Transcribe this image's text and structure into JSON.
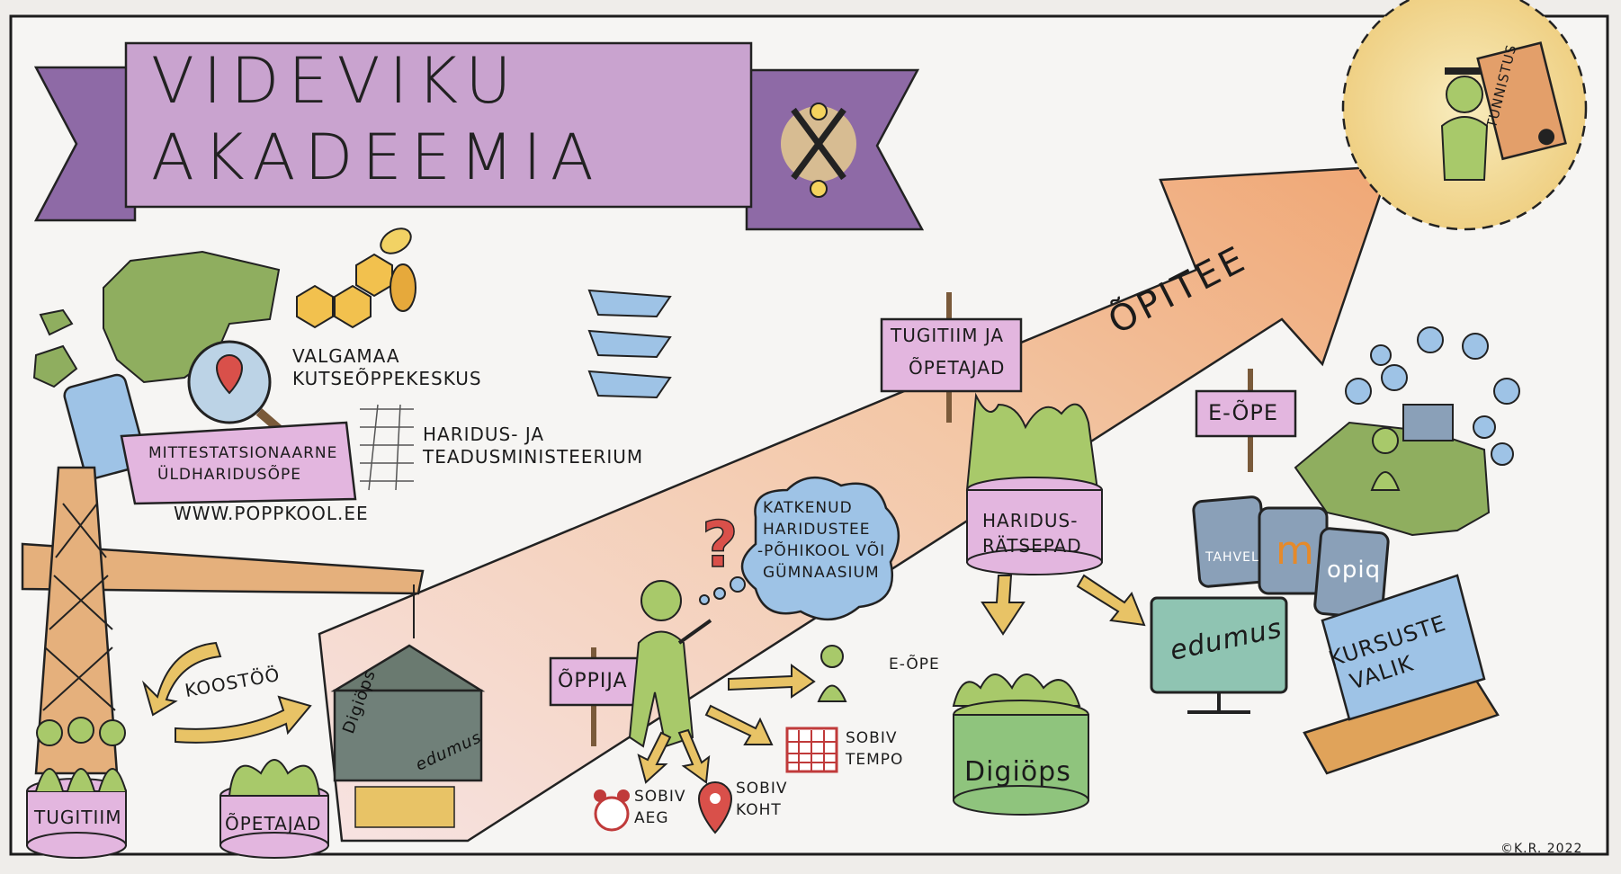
{
  "title": {
    "line1": "VIDEVIKU",
    "line2": "AKADEEMIA"
  },
  "orgs": {
    "valga_line1": "VALGAMAA",
    "valga_line2": "KUTSEÕPPEKESKUS",
    "ministry_line1": "HARIDUS- JA",
    "ministry_line2": "TEADUSMINISTEERIUM",
    "school_line1": "MITTESTATSIONAARNE",
    "school_line2": "ÜLDHARIDUSÕPE",
    "website": "WWW.POPPKOOL.EE"
  },
  "path": {
    "label": "ÕPITEE"
  },
  "goal": {
    "certificate": "TUNNISTUS"
  },
  "signs": {
    "tugitiim_opetajad_1": "TUGITIIM JA",
    "tugitiim_opetajad_2": "ÕPETAJAD",
    "e_ope": "E-ÕPE",
    "oppija": "ÕPPIJA"
  },
  "groups": {
    "tugitiim": "TUGITIIM",
    "opetajad": "ÕPETAJAD",
    "koostoo": "KOOSTÖÖ",
    "haridus_1": "HARIDUS-",
    "haridus_2": "RÄTSEPAD"
  },
  "cloud": {
    "line1": "KATKENUD",
    "line2": "HARIDUSTEE",
    "line3": "-PÕHIKOOL VÕI",
    "line4": "GÜMNAASIUM"
  },
  "options": {
    "e_ope": "E-ÕPE",
    "tempo_1": "SOBIV",
    "tempo_2": "TEMPO",
    "aeg_1": "SOBIV",
    "aeg_2": "AEG",
    "koht_1": "SOBIV",
    "koht_2": "KOHT"
  },
  "platforms": {
    "digiops_house": "Digiöps",
    "edumus_house": "edumus",
    "digiops_box": "Digiöps",
    "edumus_screen": "edumus",
    "tahvel": "TAHVEL",
    "moodle": "m",
    "opiq": "opiq"
  },
  "book": {
    "line1": "KURSUSTE",
    "line2": "VALIK"
  },
  "signature": "©K.R. 2022",
  "colors": {
    "banner": "#c9a3cf",
    "path": "#f2b98c",
    "goal": "#f1dc8e",
    "green": "#a8c96a",
    "blue": "#9ec3e6",
    "pink": "#e3b6df"
  }
}
